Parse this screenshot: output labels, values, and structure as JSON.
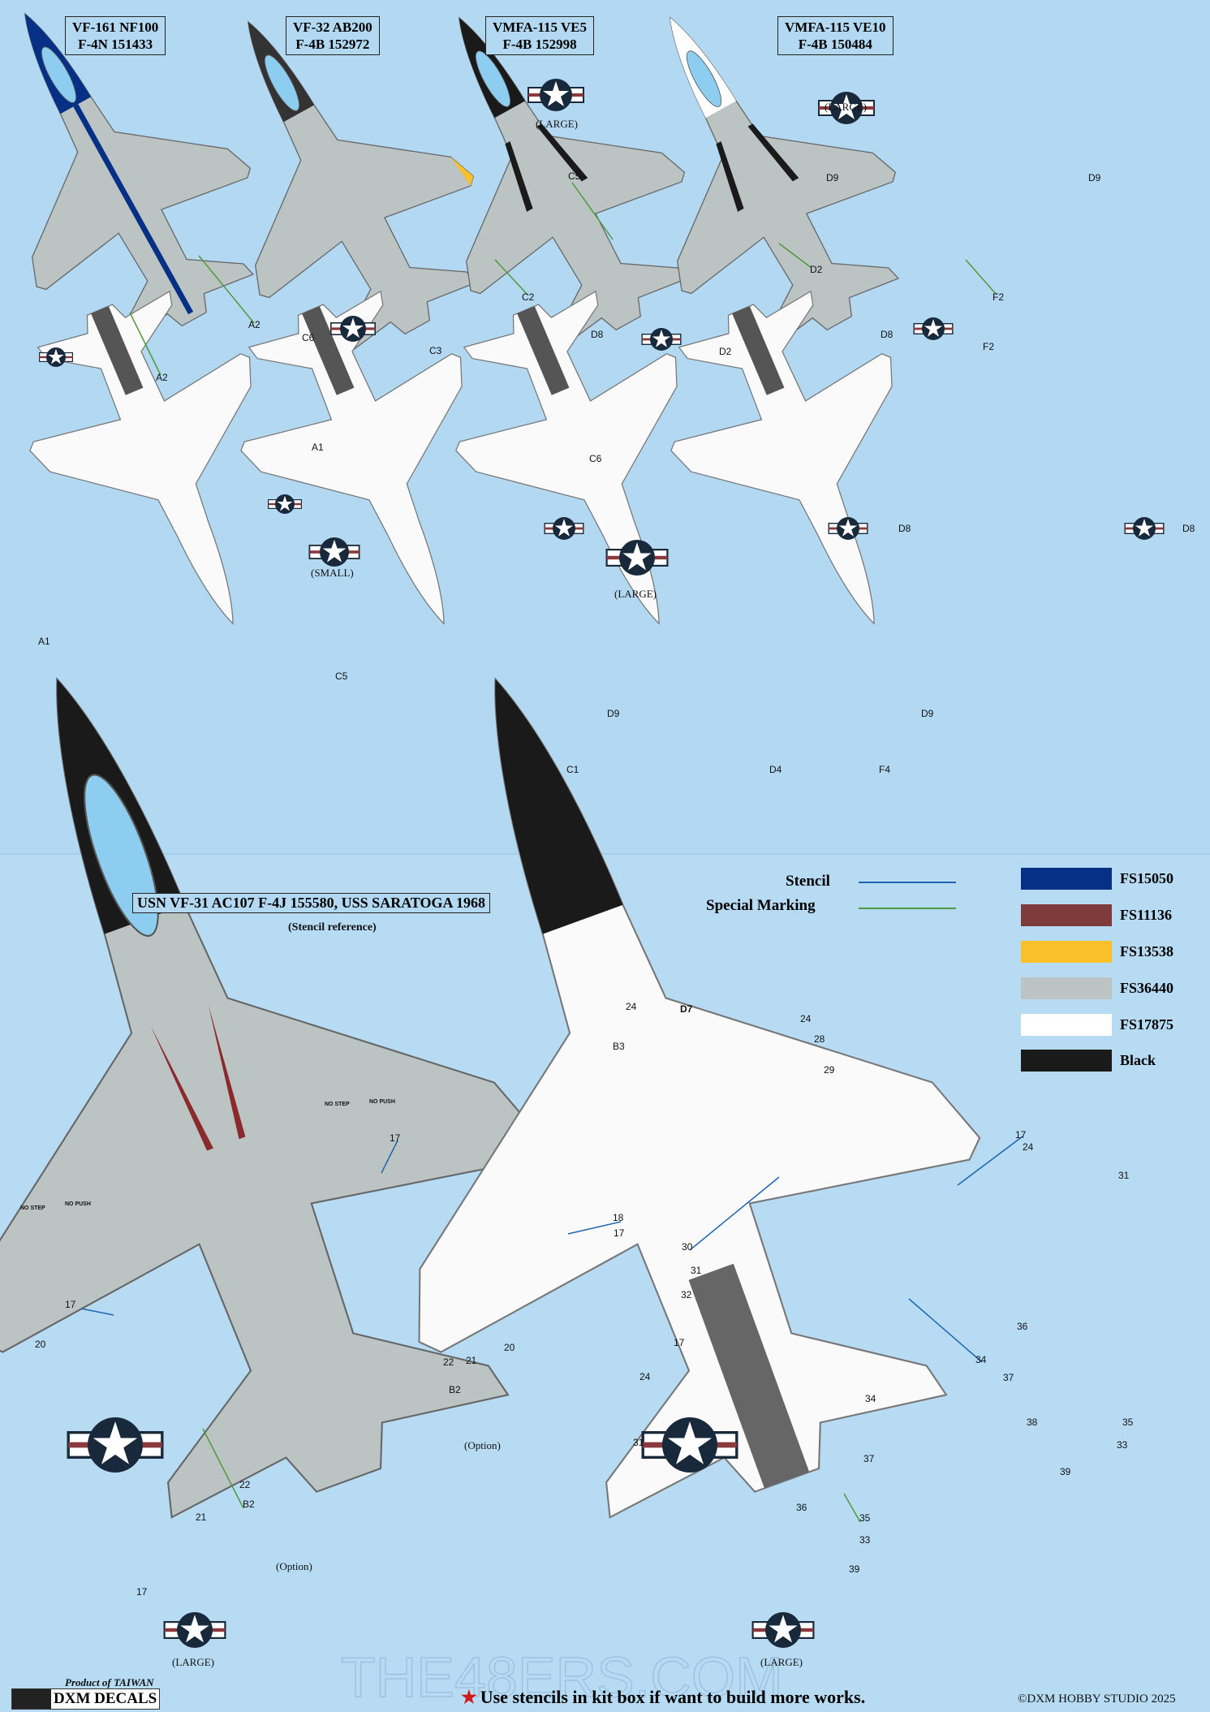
{
  "profiles": [
    {
      "title": "VF-161 NF100",
      "subtitle": "F-4N 151433"
    },
    {
      "title": "VF-32 AB200",
      "subtitle": "F-4B 152972"
    },
    {
      "title": "VMFA-115 VE5",
      "subtitle": "F-4B 152998"
    },
    {
      "title": "VMFA-115 VE10",
      "subtitle": "F-4B 150484"
    }
  ],
  "callouts": {
    "col1": [
      "A2",
      "A2",
      "A1",
      "A1",
      "(SMALL)"
    ],
    "col2": [
      "C5",
      "C2",
      "C6",
      "C3",
      "C6",
      "(LARGE)",
      "C5",
      "C1"
    ],
    "col3": [
      "(LARGE)",
      "D9",
      "D2",
      "D8",
      "D2",
      "D8",
      "D9",
      "D4"
    ],
    "col4": [
      "(LARGE)",
      "D9",
      "F2",
      "D8",
      "F2",
      "D8",
      "D9",
      "F4"
    ]
  },
  "stencil_section": {
    "title": "USN VF-31 AC107 F-4J 155580, USS SARATOGA 1968",
    "subtitle": "(Stencil reference)",
    "no_step": "NO STEP",
    "no_push": "NO PUSH",
    "option": "(Option)",
    "large": "(LARGE)",
    "left_numbers": [
      "17",
      "18",
      "17",
      "17",
      "20",
      "22",
      "21",
      "20",
      "B2",
      "22",
      "B2",
      "21",
      "17"
    ],
    "right_numbers": [
      "24",
      "B3",
      "D7",
      "24",
      "28",
      "29",
      "17",
      "24",
      "31",
      "30",
      "31",
      "32",
      "17",
      "24",
      "34",
      "37",
      "36",
      "31",
      "34",
      "37",
      "36",
      "38",
      "35",
      "33",
      "39",
      "35",
      "33",
      "39"
    ]
  },
  "key": {
    "stencil": "Stencil",
    "special": "Special Marking",
    "stencil_color": "#1f64b4",
    "special_color": "#4f9a3c"
  },
  "legend": [
    {
      "label": "FS15050",
      "color": "#062f86"
    },
    {
      "label": "FS11136",
      "color": "#7f3b3c"
    },
    {
      "label": "FS13538",
      "color": "#f9c02a"
    },
    {
      "label": "FS36440",
      "color": "#bcc3c3"
    },
    {
      "label": "FS17875",
      "color": "#ffffff"
    },
    {
      "label": "Black",
      "color": "#1b1a1b"
    }
  ],
  "footer": {
    "product": "Product of TAIWAN",
    "brand": "DXM DECALS",
    "note": "Use stencils in kit box if want to build more works.",
    "copyright": "©DXM HOBBY STUDIO 2025",
    "watermark": "THE48ERS.COM"
  }
}
